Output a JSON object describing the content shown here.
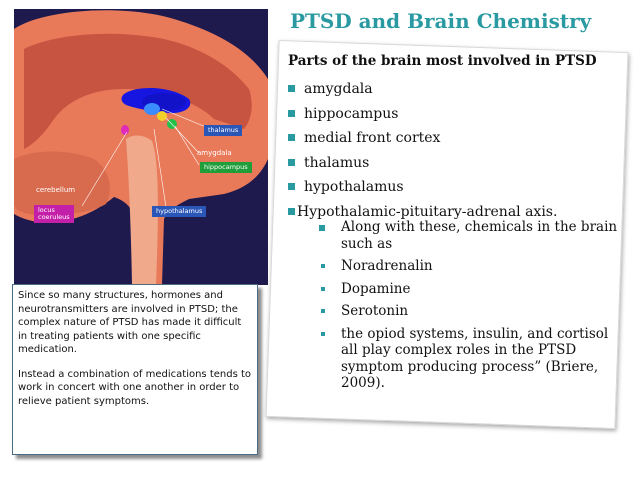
{
  "slide": {
    "title": "PTSD and Brain Chemistry",
    "subtitle": "Parts of the brain most involved in PTSD",
    "parts": [
      "amygdala",
      "hippocampus",
      "medial front cortex",
      "thalamus",
      "hypothalamus",
      "Hypothalamic-pituitary-adrenal axis."
    ],
    "chemicals_intro": "Along with these, chemicals in the brain such as",
    "chemicals": [
      "Noradrenalin",
      "Dopamine",
      "Serotonin"
    ],
    "closing": "the opiod systems, insulin, and cortisol all play complex roles in the PTSD symptom producing process” (Briere, 2009).",
    "note_paragraph_1": "Since so many structures, hormones and neurotransmitters are involved in PTSD; the complex nature  of PTSD has made it difficult in treating patients with one specific medication.",
    "note_paragraph_2": "Instead a combination of medications tends to work in concert with one another in order to relieve patient symptoms."
  },
  "image_labels": {
    "thalamus": "thalamus",
    "amygdala": "amygdala",
    "hippocampus": "hippocampus",
    "cerebellum": "cerebellum",
    "locus_coeruleus": "locus\ncoeruleus",
    "hypothalamus": "hypothalamus"
  },
  "colors": {
    "accent": "#2a9aa2",
    "brain_background": "#1e1a4e",
    "brain_tissue": "#e87a5a",
    "thalamus_box": "#2a56b8",
    "hippocampus_box": "#1f9e3a",
    "locus_box": "#c41fa8",
    "hypothalamus_box": "#2a56b8"
  }
}
